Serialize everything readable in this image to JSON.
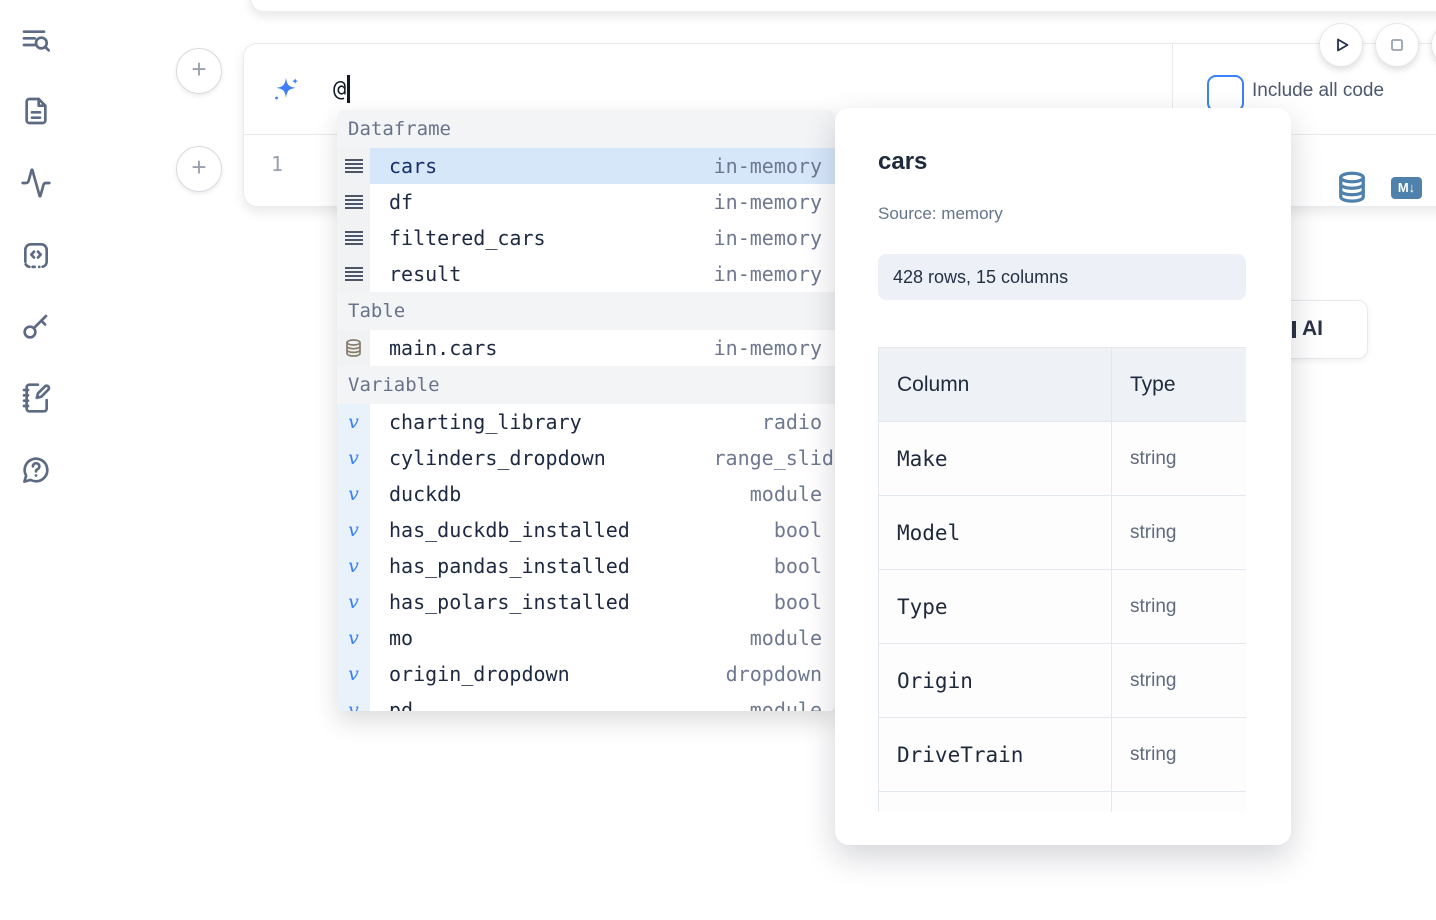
{
  "sidebar": {
    "icons": [
      {
        "name": "list-search-icon"
      },
      {
        "name": "file-document-icon"
      },
      {
        "name": "activity-icon"
      },
      {
        "name": "code-block-icon"
      },
      {
        "name": "key-icon"
      },
      {
        "name": "notebook-pen-icon"
      },
      {
        "name": "help-chat-icon"
      }
    ]
  },
  "toolbar": {
    "run_button": "play-icon",
    "stop_button": "square-icon",
    "include_all_code_label": "Include all code",
    "checkbox_checked": false
  },
  "prompt": {
    "value": "@",
    "icon": "sparkles-icon"
  },
  "editor": {
    "line_number": "1",
    "plus_button_label": "+",
    "cell_icons": [
      "database-icon",
      "markdown-badge"
    ],
    "markdown_badge_text": "M↓"
  },
  "autocomplete": {
    "sections": [
      {
        "label": "Dataframe",
        "icon": "rows-icon",
        "items": [
          {
            "label": "cars",
            "type": "in-memory",
            "selected": true
          },
          {
            "label": "df",
            "type": "in-memory"
          },
          {
            "label": "filtered_cars",
            "type": "in-memory"
          },
          {
            "label": "result",
            "type": "in-memory"
          }
        ]
      },
      {
        "label": "Table",
        "icon": "database-icon",
        "items": [
          {
            "label": "main.cars",
            "type": "in-memory"
          }
        ]
      },
      {
        "label": "Variable",
        "icon": "variable-icon",
        "items": [
          {
            "label": "charting_library",
            "type": "radio"
          },
          {
            "label": "cylinders_dropdown",
            "type": "range_slider"
          },
          {
            "label": "duckdb",
            "type": "module"
          },
          {
            "label": "has_duckdb_installed",
            "type": "bool"
          },
          {
            "label": "has_pandas_installed",
            "type": "bool"
          },
          {
            "label": "has_polars_installed",
            "type": "bool"
          },
          {
            "label": "mo",
            "type": "module"
          },
          {
            "label": "origin_dropdown",
            "type": "dropdown"
          },
          {
            "label": "pd",
            "type": "module",
            "partial": true
          }
        ]
      }
    ]
  },
  "popup": {
    "title": "cars",
    "source": "Source: memory",
    "summary": "428 rows, 15 columns",
    "table": {
      "headers": [
        "Column",
        "Type"
      ],
      "rows": [
        [
          "Make",
          "string"
        ],
        [
          "Model",
          "string"
        ],
        [
          "Type",
          "string"
        ],
        [
          "Origin",
          "string"
        ],
        [
          "DriveTrain",
          "string"
        ]
      ]
    }
  },
  "hidden_button": {
    "label": "AI"
  },
  "colors": {
    "accent_blue": "#3b82f6",
    "cell_icon_blue": "#4e81ab",
    "selected_row_bg": "#d7e7fa",
    "text_dark": "#1e293b",
    "text_muted": "#6e7890"
  }
}
